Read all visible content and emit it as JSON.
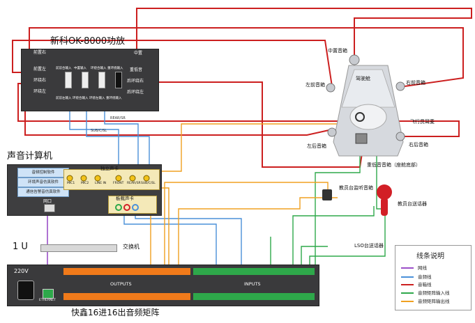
{
  "amp": {
    "title": "新科OK-8000功放",
    "ports_left": [
      "前置右",
      "前置左",
      "环绕右",
      "环绕左"
    ],
    "ports_right": [
      "中置",
      "重低音",
      "后环绕右",
      "后环绕左"
    ],
    "inputs_top": [
      "前前合输入",
      "中置输入",
      "环绕合输入",
      "重环绕输入"
    ],
    "inputs_bottom": [
      "前前左输入",
      "环绕合输入",
      "环绕左输入",
      "重环绕输入"
    ],
    "tag_rear": "REAR/SR",
    "tag_sub": "SUB/C/SL"
  },
  "computer": {
    "title": "声音计算机",
    "software": [
      "音频控制软件",
      "环境声音仿真软件",
      "通信告警音仿真软件"
    ],
    "card_title": "独立声卡",
    "jacks": [
      "MIC1",
      "MIC2",
      "LINE IN",
      "FRONT",
      "REAR/SR",
      "SUB/C/SL"
    ],
    "net_label": "网口",
    "board_card": "板载声卡"
  },
  "switch": {
    "rack": "1 U",
    "label": "交换机"
  },
  "matrix": {
    "power": "220V",
    "ethernet": "ETHERNET",
    "outputs": "OUTPUTS",
    "inputs": "INPUTS",
    "name": "快鑫16进16出音频矩阵"
  },
  "cockpit": {
    "center": "中置音箱",
    "front_left": "左前音箱",
    "front_right": "右前音箱",
    "cabin": "驾驶舱",
    "headset": "飞行员耳麦",
    "rear_left": "左后音箱",
    "rear_right": "右后音箱",
    "sub": "重低音音箱（座舱底部）"
  },
  "instructor": {
    "monitor": "教员台监听音箱",
    "talkback": "教员台送话器",
    "lso": "LSO台送话器"
  },
  "legend": {
    "title": "线条说明",
    "items": [
      {
        "label": "网线",
        "color": "#9b4fc8"
      },
      {
        "label": "音频线",
        "color": "#4a90d9"
      },
      {
        "label": "音箱线",
        "color": "#cc1f1f"
      },
      {
        "label": "音频矩阵输入线",
        "color": "#2ea84a"
      },
      {
        "label": "音频矩阵输出线",
        "color": "#f0a020"
      }
    ]
  }
}
